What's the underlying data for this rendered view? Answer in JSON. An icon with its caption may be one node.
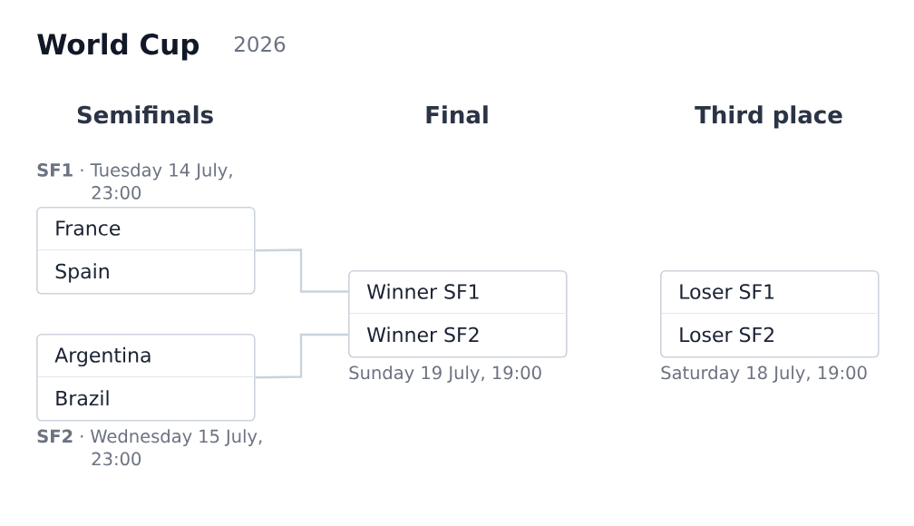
{
  "diagram": {
    "title": "World Cup",
    "nodes": [
      {
        "text": [
          "France",
          "Spain"
        ],
        "beside": [
          "**SF1** · Tuesday 14 July, 23:00"
        ]
      },
      {
        "text": [
          "Argentina",
          "Brazil"
        ],
        "beside": [
          "**SF2** · Wednesday 15 July, 23:00"
        ]
      },
      {
        "text": [
          "Winner SF1",
          "Winner SF2"
        ],
        "beside": [
          "Sunday 19 July, 19:00"
        ]
      },
      {
        "text": [
          "Loser SF1",
          "Loser SF2"
        ],
        "beside": [
          "Saturday 18 July, 19:00"
        ]
      }
    ],
    "edges": [
      {
        "from": 0,
        "to": 2,
        "arrow": "none"
      },
      {
        "from": 1,
        "to": 2,
        "arrow": "none"
      }
    ],
    "labels": [
      "2026",
      "Semifinals",
      "Final",
      "Third place"
    ]
  }
}
